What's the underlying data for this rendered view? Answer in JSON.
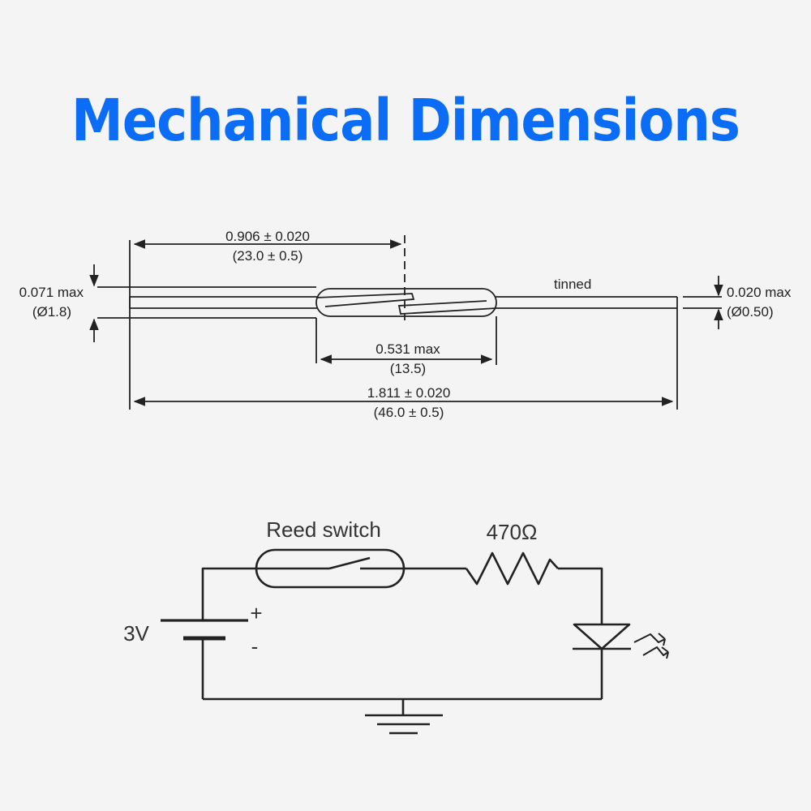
{
  "title": "Mechanical Dimensions",
  "mechanical": {
    "glass_length": "0.906 ± 0.020",
    "glass_length_mm": "(23.0 ± 0.5)",
    "body_diameter": "0.071 max",
    "body_diameter_mm": "(Ø1.8)",
    "lead_finish": "tinned",
    "lead_diameter": "0.020 max",
    "lead_diameter_mm": "(Ø0.50)",
    "contact_length": "0.531 max",
    "contact_length_mm": "(13.5)",
    "overall_length": "1.811 ± 0.020",
    "overall_length_mm": "(46.0 ± 0.5)"
  },
  "circuit": {
    "switch_label": "Reed switch",
    "resistor_label": "470Ω",
    "voltage_label": "3V",
    "plus_label": "+",
    "minus_label": "-"
  },
  "colors": {
    "title": "#0b6cf5",
    "line": "#222222",
    "background": "#f4f4f4"
  }
}
